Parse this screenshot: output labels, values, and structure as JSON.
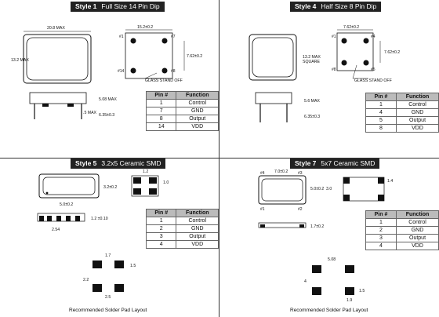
{
  "style1": {
    "tag": "Style 1",
    "title": "Full Size 14 Pin Dip",
    "dims": {
      "width": "20.8 MAX",
      "height": "13.2 MAX",
      "pitch": "15.2±0.2",
      "row": "7.62±0.2",
      "seat": "5.08 MAX",
      "lead": "6.35±0.3",
      "standoff": ".5 MAX"
    },
    "pins": [
      "#1",
      "#7",
      "#14",
      "#8"
    ],
    "note": "GLASS STAND OFF",
    "table": {
      "h1": "Pin #",
      "h2": "Function",
      "rows": [
        [
          "1",
          "Control"
        ],
        [
          "7",
          "GND"
        ],
        [
          "8",
          "Output"
        ],
        [
          "14",
          "VDD"
        ]
      ]
    }
  },
  "style4": {
    "tag": "Style 4",
    "title": "Half Size 8 Pin Dip",
    "dims": {
      "pitch": "7.62±0.2",
      "row": "7.62±0.2",
      "square": "13.2 MAX",
      "square2": "SQUARE",
      "seat": "5.6 MAX",
      "lead": "6.35±0.3"
    },
    "pins": [
      "#1",
      "#4",
      "#8",
      "#5"
    ],
    "note": "GLASS STAND OFF",
    "table": {
      "h1": "Pin #",
      "h2": "Function",
      "rows": [
        [
          "1",
          "Control"
        ],
        [
          "4",
          "GND"
        ],
        [
          "5",
          "Output"
        ],
        [
          "8",
          "VDD"
        ]
      ]
    }
  },
  "style5": {
    "tag": "Style 5",
    "title": "3.2x5 Ceramic SMD",
    "dims": {
      "h": "3.2±0.2",
      "w": "5.0±0.2",
      "p1": "1.2",
      "p2": "1.0",
      "t": "1.2 ±0.10",
      "pitch": "2.54",
      "s1": "1.7",
      "s2": "1.5",
      "s3": "2.2",
      "s4": "2.5"
    },
    "table": {
      "h1": "Pin #",
      "h2": "Function",
      "rows": [
        [
          "1",
          "Control"
        ],
        [
          "2",
          "GND"
        ],
        [
          "3",
          "Output"
        ],
        [
          "4",
          "VDD"
        ]
      ]
    },
    "caption": "Recommended Solder Pad Layout"
  },
  "style7": {
    "tag": "Style 7",
    "title": "5x7 Ceramic SMD",
    "dims": {
      "w": "7.0±0.2",
      "h": "5.0±0.2",
      "h2": "3.0",
      "p1": "1.4",
      "t": "1.7±0.2",
      "s1": "5.08",
      "s2": "4",
      "s3": "1.5",
      "s4": "1.9"
    },
    "pins": [
      "#4",
      "#3",
      "#1",
      "#2"
    ],
    "table": {
      "h1": "Pin #",
      "h2": "Function",
      "rows": [
        [
          "1",
          "Control"
        ],
        [
          "2",
          "GND"
        ],
        [
          "3",
          "Output"
        ],
        [
          "4",
          "VDD"
        ]
      ]
    },
    "caption": "Recommended Solder Pad Layout"
  }
}
